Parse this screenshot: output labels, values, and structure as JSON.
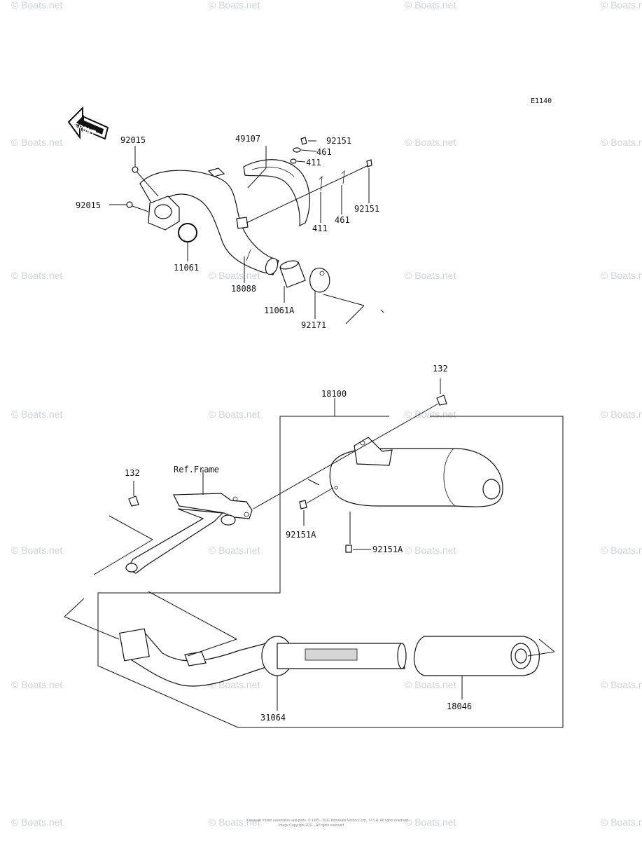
{
  "diagram_code": "E1140",
  "front_arrow_label": "FRONT",
  "ref_frame_label": "Ref.Frame",
  "watermark": "© Boats.net",
  "footer_copyright": "Kawasaki model assemblies and parts. © 1995 - 2011 Kawasaki Motors Corp., U.S.A. All rights reserved.",
  "footer_sub": "Image Copyright 2011 - All rights reserved",
  "parts": {
    "p92015_a": "92015",
    "p92015_b": "92015",
    "p49107": "49107",
    "p92151_a": "92151",
    "p461_a": "461",
    "p411_a": "411",
    "p92151_b": "92151",
    "p461_b": "461",
    "p411_b": "411",
    "p11061": "11061",
    "p18088": "18088",
    "p11061A": "11061A",
    "p92171": "92171",
    "p132_a": "132",
    "p18100": "18100",
    "p132_b": "132",
    "p92151A_a": "92151A",
    "p92151A_b": "92151A",
    "p31064": "31064",
    "p18046": "18046"
  }
}
